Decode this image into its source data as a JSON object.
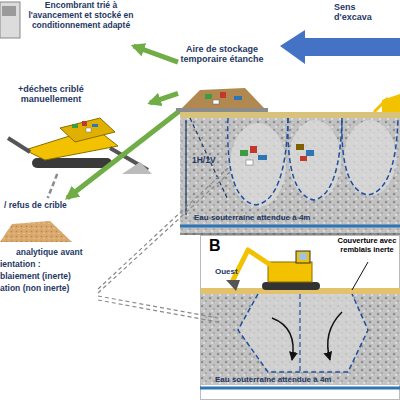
{
  "diagram": {
    "nodes": [
      {
        "text": [
          "Encombrant trié à l'avancement et stocké en conditionnement adapté"
        ]
      },
      {
        "text": [
          "Aire de stockage temporaire étanche"
        ]
      },
      {
        "text": [
          "+déchets criblé manuellement"
        ]
      },
      {
        "text": [
          "1H/1V",
          "Eau souterraine attendue à 4m"
        ]
      },
      {
        "text": [
          "/ refus de crible"
        ]
      },
      {
        "text": [
          "B",
          "Ouest",
          "Couverture avec remblais inerte",
          "Eau souterraine attendue à 4m"
        ]
      }
    ],
    "edges": [
      {
        "from": 1,
        "to": 0,
        "arrow": "to"
      },
      {
        "from": 1,
        "to": 2,
        "arrow": "to"
      },
      {
        "from": 1,
        "to": 4,
        "arrow": "to"
      },
      {
        "from": 2,
        "to": 4,
        "arrow": "none"
      }
    ],
    "labels": [
      "Sens d'excava",
      "analytique avant",
      "ientation :",
      "blaiement (inerte)",
      "ation (non inerte)"
    ]
  }
}
